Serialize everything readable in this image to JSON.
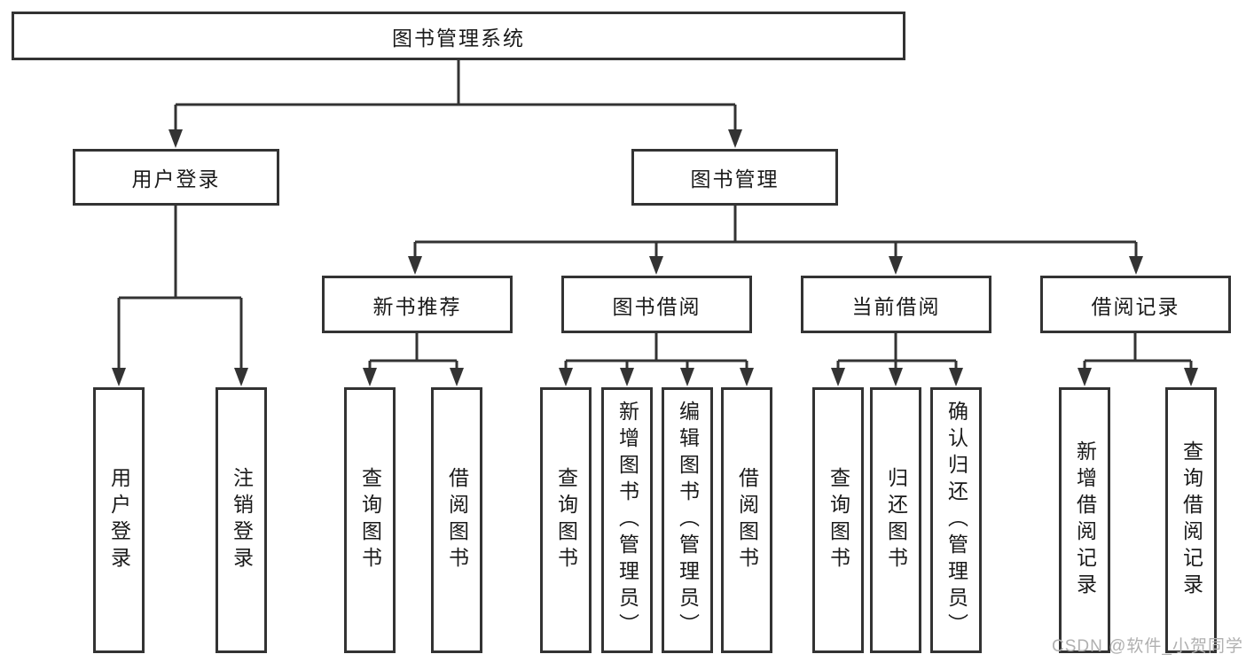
{
  "colors": {
    "line": "#333333",
    "text": "#1a1a1a",
    "background": "#ffffff",
    "watermark": "#b0b0b0"
  },
  "watermark": {
    "text": "CSDN @软件_小贺同学"
  },
  "tree": {
    "root": {
      "label": "图书管理系统",
      "children": [
        {
          "label": "用户登录",
          "children": [
            {
              "label": "用户登录"
            },
            {
              "label": "注销登录"
            }
          ]
        },
        {
          "label": "图书管理",
          "children": [
            {
              "label": "新书推荐",
              "children": [
                {
                  "label": "查询图书"
                },
                {
                  "label": "借阅图书"
                }
              ]
            },
            {
              "label": "图书借阅",
              "children": [
                {
                  "label": "查询图书"
                },
                {
                  "label": "新增图书（管理员）"
                },
                {
                  "label": "编辑图书（管理员）"
                },
                {
                  "label": "借阅图书"
                }
              ]
            },
            {
              "label": "当前借阅",
              "children": [
                {
                  "label": "查询图书"
                },
                {
                  "label": "归还图书"
                },
                {
                  "label": "确认归还（管理员）"
                }
              ]
            },
            {
              "label": "借阅记录",
              "children": [
                {
                  "label": "新增借阅记录"
                },
                {
                  "label": "查询借阅记录"
                }
              ]
            }
          ]
        }
      ]
    }
  }
}
